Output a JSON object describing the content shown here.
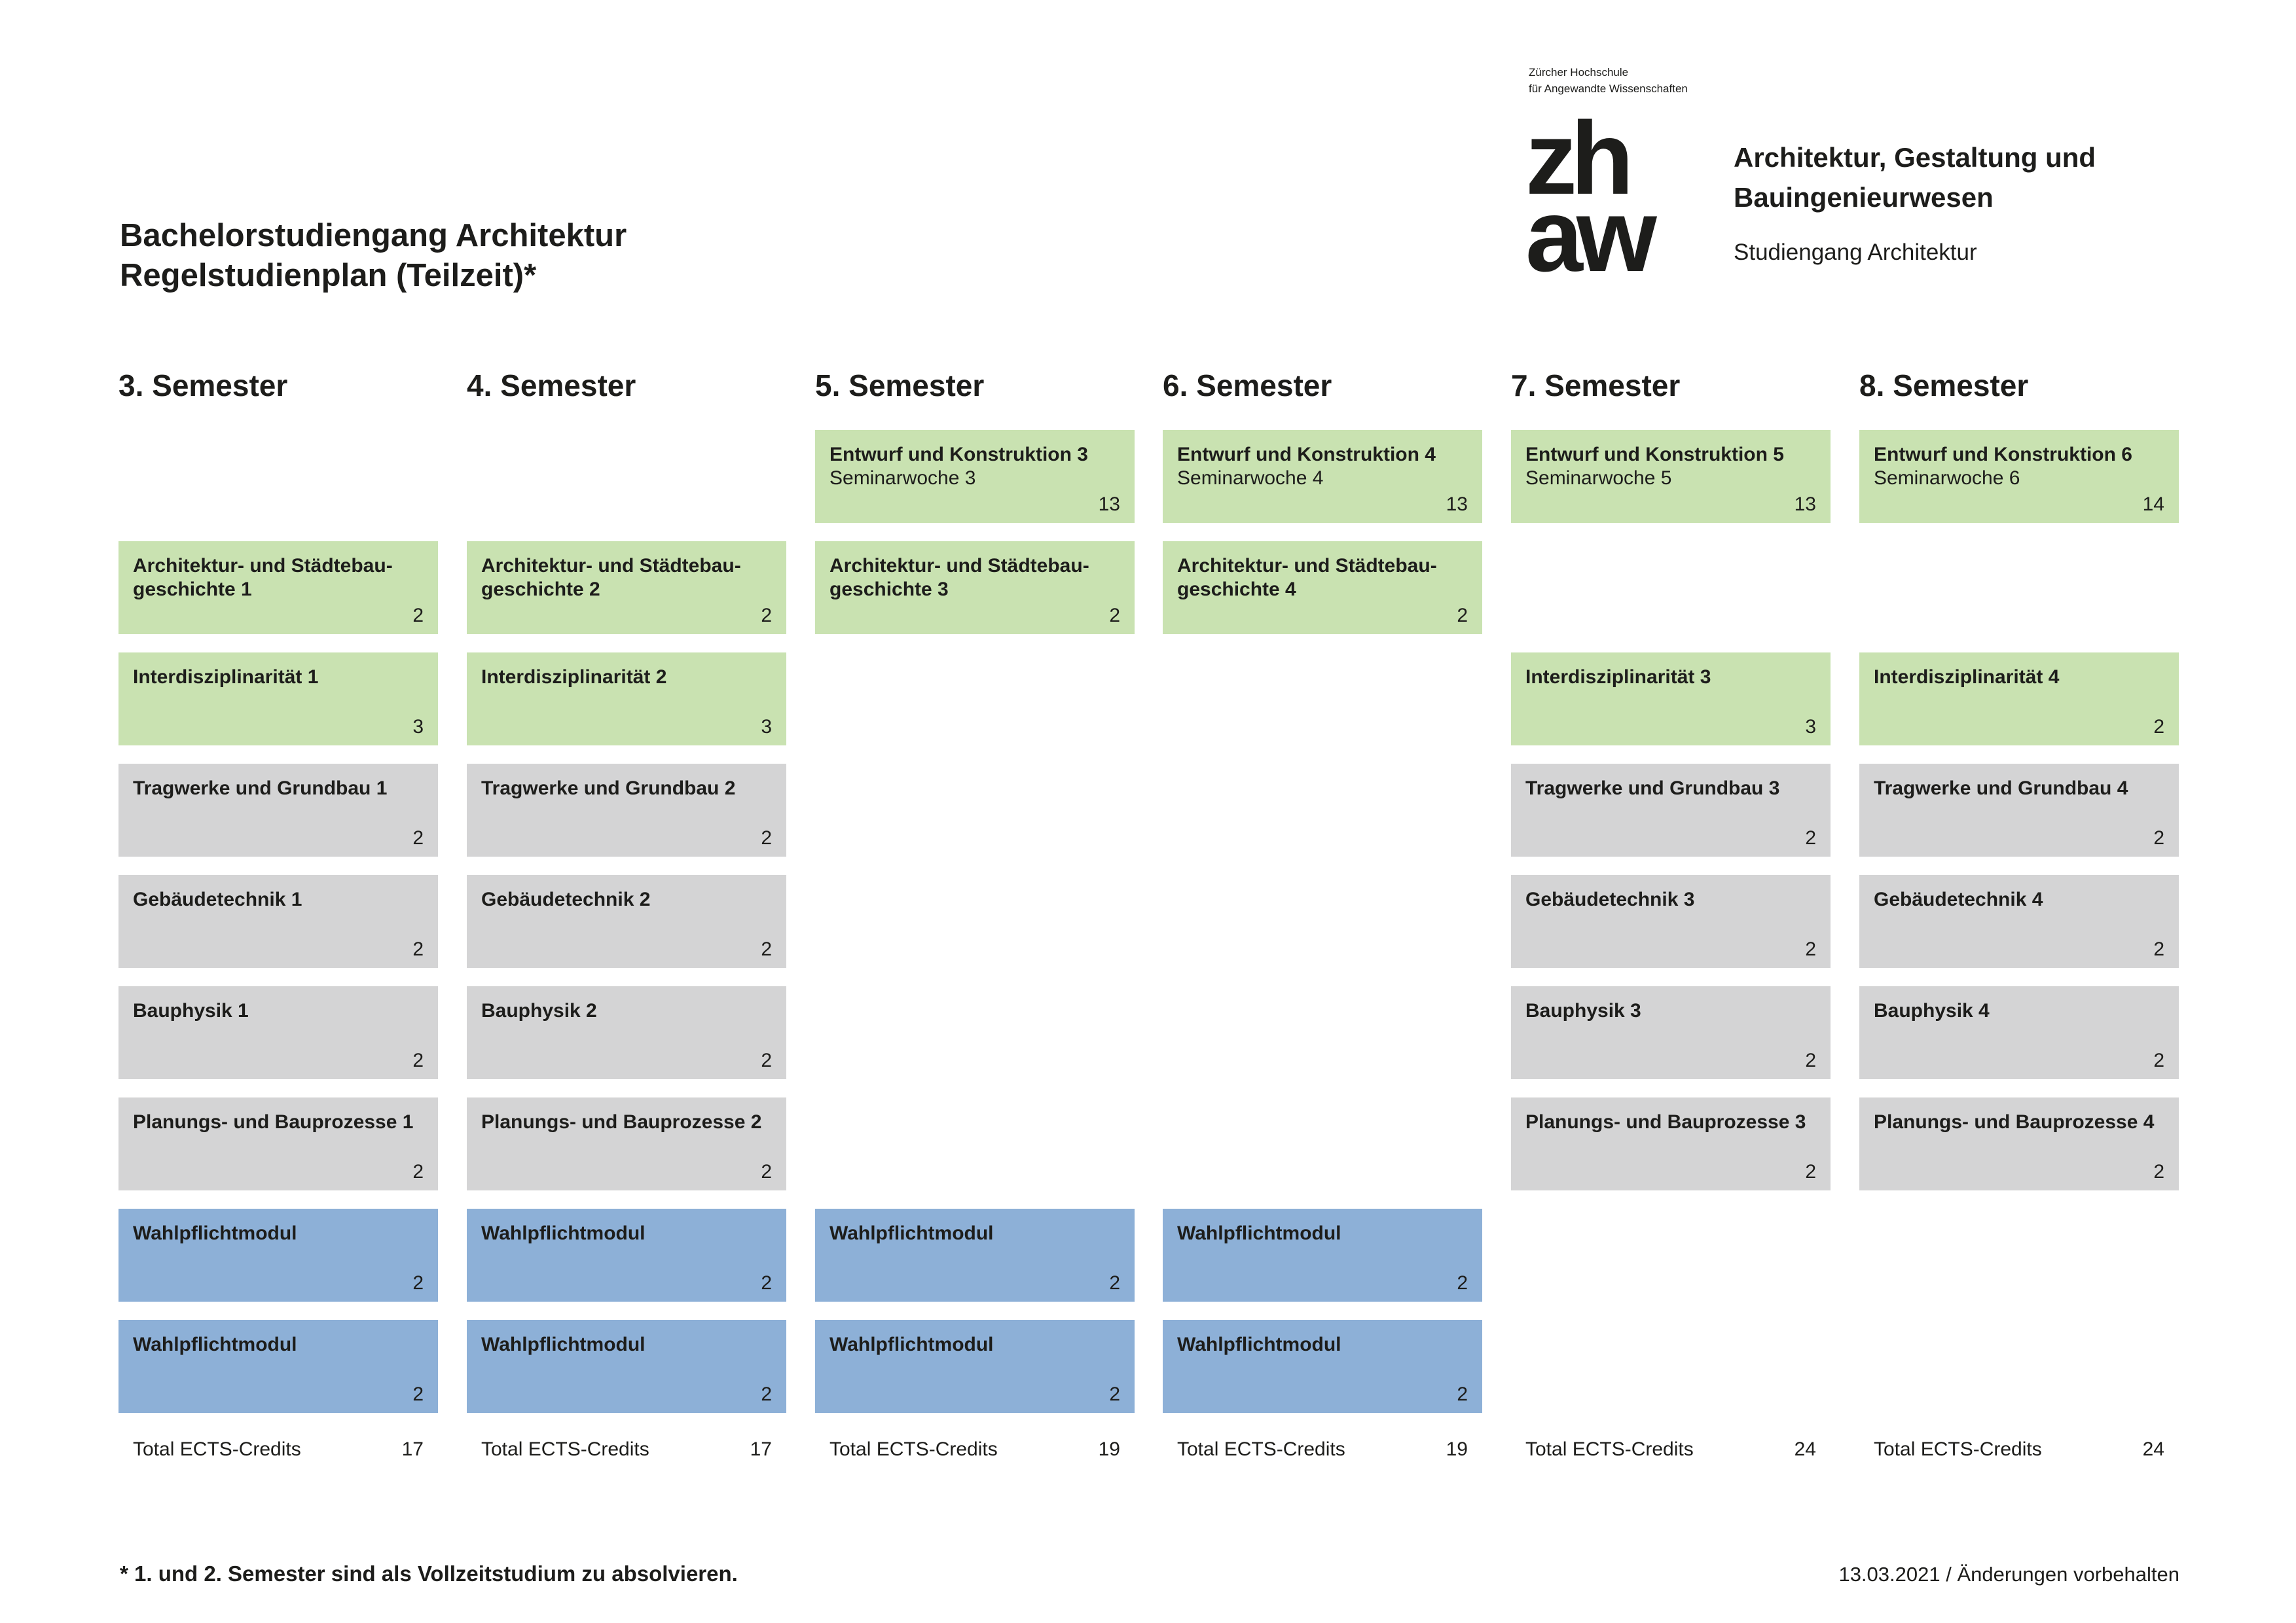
{
  "header": {
    "title_line1": "Bachelorstudiengang Architektur",
    "title_line2": "Regelstudienplan (Teilzeit)*",
    "institution_line1": "Zürcher Hochschule",
    "institution_line2": "für Angewandte Wissenschaften",
    "logo_top": "zh",
    "logo_bottom": "aw",
    "department_line1": "Architektur, Gestaltung und",
    "department_line2": "Bauingenieurwesen",
    "program": "Studiengang Architektur"
  },
  "semesters": [
    {
      "title": "3. Semester",
      "modules": [
        {
          "name": "Architektur- und Städtebau-geschichte 1",
          "credits": "2",
          "color": "#c9e2b1"
        },
        {
          "name": "Interdisziplinarität 1",
          "credits": "3",
          "color": "#c9e2b1"
        },
        {
          "name": "Tragwerke und Grundbau 1",
          "credits": "2",
          "color": "#d4d4d5"
        },
        {
          "name": "Gebäudetechnik 1",
          "credits": "2",
          "color": "#d4d4d5"
        },
        {
          "name": "Bauphysik 1",
          "credits": "2",
          "color": "#d4d4d5"
        },
        {
          "name": "Planungs- und Bauprozesse 1",
          "credits": "2",
          "color": "#d4d4d5"
        },
        {
          "name": "Wahlpflichtmodul",
          "credits": "2",
          "color": "#8db0d7"
        },
        {
          "name": "Wahlpflichtmodul",
          "credits": "2",
          "color": "#8db0d7"
        }
      ],
      "total_label": "Total ECTS-Credits",
      "total": "17"
    },
    {
      "title": "4. Semester",
      "modules": [
        {
          "name": "Architektur- und Städtebau-geschichte 2",
          "credits": "2",
          "color": "#c9e2b1"
        },
        {
          "name": "Interdisziplinarität 2",
          "credits": "3",
          "color": "#c9e2b1"
        },
        {
          "name": "Tragwerke und Grundbau 2",
          "credits": "2",
          "color": "#d4d4d5"
        },
        {
          "name": "Gebäudetechnik 2",
          "credits": "2",
          "color": "#d4d4d5"
        },
        {
          "name": "Bauphysik 2",
          "credits": "2",
          "color": "#d4d4d5"
        },
        {
          "name": "Planungs- und Bauprozesse 2",
          "credits": "2",
          "color": "#d4d4d5"
        },
        {
          "name": "Wahlpflichtmodul",
          "credits": "2",
          "color": "#8db0d7"
        },
        {
          "name": "Wahlpflichtmodul",
          "credits": "2",
          "color": "#8db0d7"
        }
      ],
      "total_label": "Total ECTS-Credits",
      "total": "17"
    },
    {
      "title": "5. Semester",
      "modules": [
        {
          "name": "Entwurf und Konstruktion 3",
          "sub": "Seminarwoche 3",
          "credits": "13",
          "color": "#c9e2b1"
        },
        {
          "name": "Architektur- und Städtebau-geschichte 3",
          "credits": "2",
          "color": "#c9e2b1"
        },
        {
          "name": "Wahlpflichtmodul",
          "credits": "2",
          "color": "#8db0d7"
        },
        {
          "name": "Wahlpflichtmodul",
          "credits": "2",
          "color": "#8db0d7"
        }
      ],
      "total_label": "Total ECTS-Credits",
      "total": "19"
    },
    {
      "title": "6. Semester",
      "modules": [
        {
          "name": "Entwurf und Konstruktion 4",
          "sub": "Seminarwoche 4",
          "credits": "13",
          "color": "#c9e2b1"
        },
        {
          "name": "Architektur- und Städtebau-geschichte 4",
          "credits": "2",
          "color": "#c9e2b1"
        },
        {
          "name": "Wahlpflichtmodul",
          "credits": "2",
          "color": "#8db0d7"
        },
        {
          "name": "Wahlpflichtmodul",
          "credits": "2",
          "color": "#8db0d7"
        }
      ],
      "total_label": "Total ECTS-Credits",
      "total": "19"
    },
    {
      "title": "7. Semester",
      "modules": [
        {
          "name": "Entwurf und Konstruktion 5",
          "sub": "Seminarwoche 5",
          "credits": "13",
          "color": "#c9e2b1"
        },
        {
          "name": "Interdisziplinarität 3",
          "credits": "3",
          "color": "#c9e2b1"
        },
        {
          "name": "Tragwerke und Grundbau 3",
          "credits": "2",
          "color": "#d4d4d5"
        },
        {
          "name": "Gebäudetechnik 3",
          "credits": "2",
          "color": "#d4d4d5"
        },
        {
          "name": "Bauphysik 3",
          "credits": "2",
          "color": "#d4d4d5"
        },
        {
          "name": "Planungs- und Bauprozesse 3",
          "credits": "2",
          "color": "#d4d4d5"
        }
      ],
      "total_label": "Total ECTS-Credits",
      "total": "24"
    },
    {
      "title": "8. Semester",
      "modules": [
        {
          "name": "Entwurf und Konstruktion 6",
          "sub": "Seminarwoche 6",
          "credits": "14",
          "color": "#c9e2b1"
        },
        {
          "name": "Interdisziplinarität 4",
          "credits": "2",
          "color": "#c9e2b1"
        },
        {
          "name": "Tragwerke und Grundbau 4",
          "credits": "2",
          "color": "#d4d4d5"
        },
        {
          "name": "Gebäudetechnik 4",
          "credits": "2",
          "color": "#d4d4d5"
        },
        {
          "name": "Bauphysik 4",
          "credits": "2",
          "color": "#d4d4d5"
        },
        {
          "name": "Planungs- und Bauprozesse 4",
          "credits": "2",
          "color": "#d4d4d5"
        }
      ],
      "total_label": "Total ECTS-Credits",
      "total": "24"
    }
  ],
  "footer": {
    "footnote": "* 1. und 2. Semester sind als Vollzeitstudium zu absolvieren.",
    "date_note": "13.03.2021 / Änderungen vorbehalten"
  }
}
